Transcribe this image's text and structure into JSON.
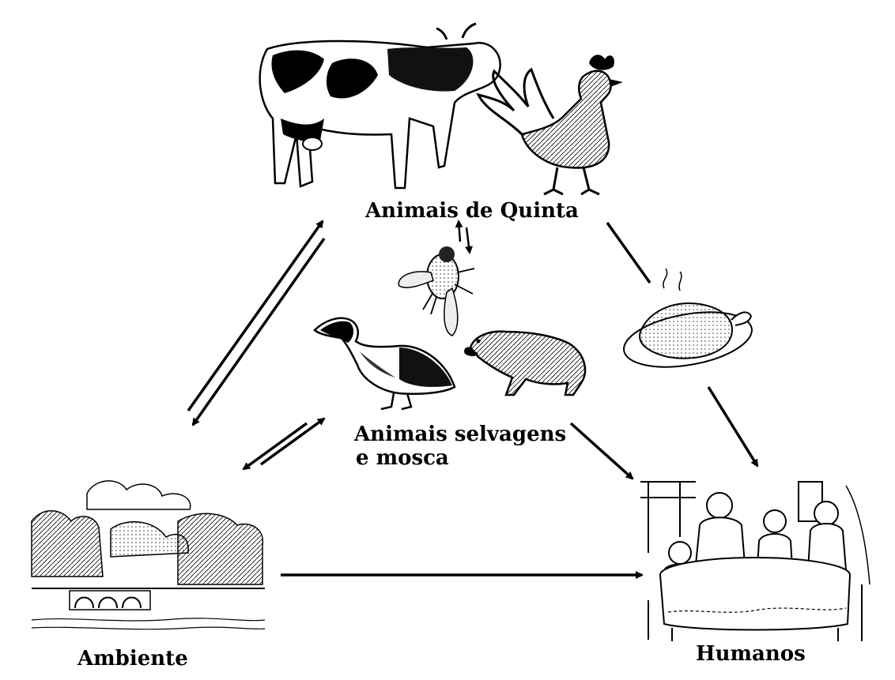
{
  "nodes": {
    "farm_animals": {
      "label": "Animais de Quinta"
    },
    "wild_animals": {
      "label_line1": "Animais selvagens",
      "label_line2": "e mosca"
    },
    "environment": {
      "label": "Ambiente"
    },
    "humans": {
      "label": "Humanos"
    }
  },
  "edges": [
    {
      "from": "farm_animals",
      "to": "environment",
      "style": "bidirectional"
    },
    {
      "from": "farm_animals",
      "to": "wild_animals",
      "style": "bidirectional"
    },
    {
      "from": "wild_animals",
      "to": "environment",
      "style": "bidirectional"
    },
    {
      "from": "farm_animals",
      "to": "humans",
      "style": "via-food",
      "via": "cooked-chicken"
    },
    {
      "from": "wild_animals",
      "to": "humans",
      "style": "one-way"
    },
    {
      "from": "environment",
      "to": "humans",
      "style": "one-way"
    }
  ],
  "illustrations": [
    "cow",
    "rooster",
    "fly",
    "duck",
    "agouti",
    "cooked-chicken",
    "landscape",
    "family-dinner"
  ],
  "colors": {
    "ink": "#000000",
    "background": "#ffffff"
  }
}
